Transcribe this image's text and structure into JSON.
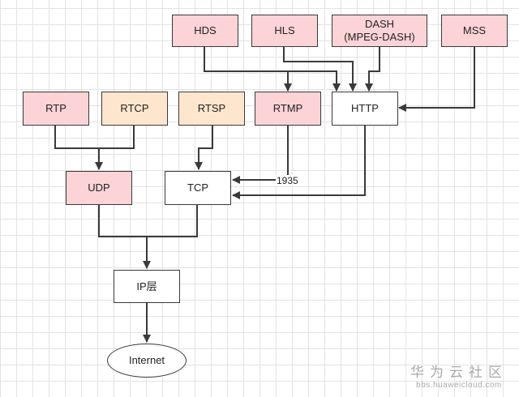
{
  "nodes": {
    "hds": "HDS",
    "hls": "HLS",
    "dash_line1": "DASH",
    "dash_line2": "(MPEG-DASH)",
    "mss": "MSS",
    "rtp": "RTP",
    "rtcp": "RTCP",
    "rtsp": "RTSP",
    "rtmp": "RTMP",
    "http": "HTTP",
    "udp": "UDP",
    "tcp": "TCP",
    "ip": "IP层",
    "internet": "Internet"
  },
  "edge_labels": {
    "rtmp_port": "1935"
  },
  "colors": {
    "pink": "#fcd3d6",
    "peach": "#fde6cd",
    "line": "#3a3a3a"
  },
  "watermark": {
    "brand": "华为云社区",
    "url": "bbs.huaweicloud.com"
  }
}
